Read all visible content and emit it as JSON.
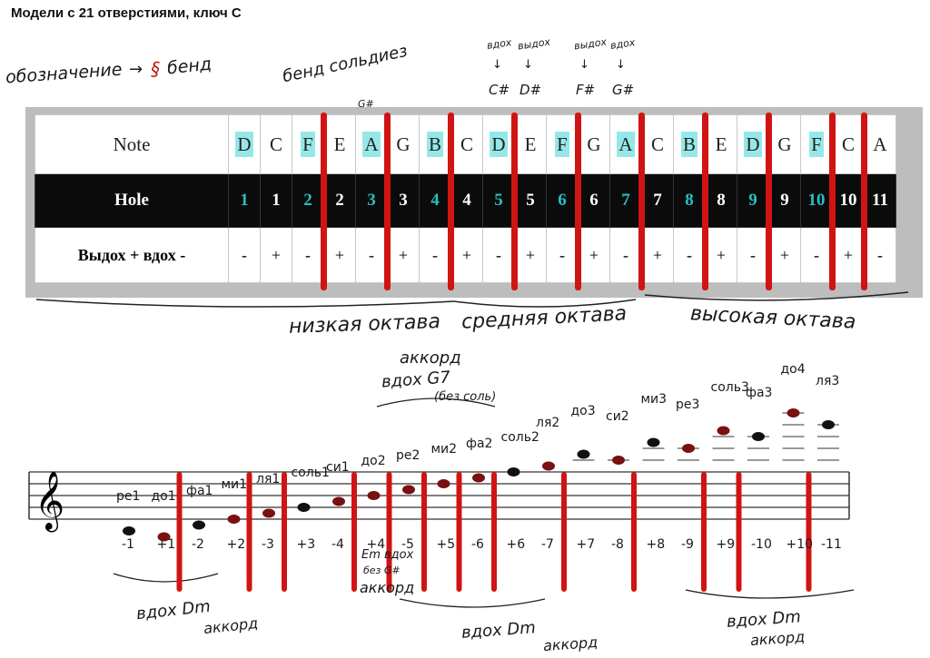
{
  "title": "Модели с 21 отверстиями, ключ С",
  "legend_note": "обозначение",
  "legend_bend": "бенд",
  "bend_sharp_label": "бенд сольдиез",
  "top_annotations": [
    {
      "dir": "вдох",
      "note": "C#"
    },
    {
      "dir": "выдох",
      "note": "D#"
    },
    {
      "dir": "выдох",
      "note": "F#"
    },
    {
      "dir": "вдох",
      "note": "G#"
    }
  ],
  "g_sharp_small": "G#",
  "table": {
    "row_labels": {
      "note": "Note",
      "hole": "Hole",
      "dir_a": "Выдох",
      "dir_plus": "+",
      "dir_b": "вдох",
      "dir_minus": "-"
    },
    "notes": [
      "D",
      "C",
      "F",
      "E",
      "A",
      "G",
      "B",
      "C",
      "D",
      "E",
      "F",
      "G",
      "A",
      "C",
      "B",
      "E",
      "D",
      "G",
      "F",
      "C",
      "A"
    ],
    "highlighted": [
      0,
      2,
      4,
      6,
      8,
      10,
      12,
      14,
      16,
      18
    ],
    "holes": [
      "1",
      "1",
      "2",
      "2",
      "3",
      "3",
      "4",
      "4",
      "5",
      "5",
      "6",
      "6",
      "7",
      "7",
      "8",
      "8",
      "9",
      "9",
      "10",
      "10",
      "11"
    ],
    "blow_holes": [
      0,
      2,
      4,
      6,
      8,
      10,
      12,
      14,
      16,
      18
    ],
    "directions": [
      "-",
      "+",
      "-",
      "+",
      "-",
      "+",
      "-",
      "+",
      "-",
      "+",
      "-",
      "+",
      "-",
      "+",
      "-",
      "+",
      "-",
      "+",
      "-",
      "+",
      "-"
    ]
  },
  "octaves": {
    "low": "низкая октава",
    "mid": "средняя октава",
    "high": "высокая октава"
  },
  "chord_g7": {
    "line1": "аккорд",
    "line2": "вдох G7",
    "line3": "(без соль)"
  },
  "staff": {
    "solfege": [
      "ре1",
      "до1",
      "фа1",
      "ми1",
      "ля1",
      "соль1",
      "си1",
      "до2",
      "ре2",
      "ми2",
      "фа2",
      "соль2",
      "ля2",
      "до3",
      "си2",
      "ми3",
      "ре3",
      "соль3",
      "фа3",
      "до4",
      "ля3"
    ],
    "holes": [
      "-1",
      "+1",
      "-2",
      "+2",
      "-3",
      "+3",
      "-4",
      "+4",
      "-5",
      "+5",
      "-6",
      "+6",
      "-7",
      "+7",
      "-8",
      "+8",
      "-9",
      "+9",
      "-10",
      "+10",
      "-11"
    ]
  },
  "bottom_annotations": {
    "em_chord": "Em вдох",
    "em_sub": "без G#",
    "em_chord2": "аккорд",
    "dm1": "вдох Dm",
    "dm1b": "аккорд",
    "dm2": "вдох Dm",
    "dm2b": "аккорд",
    "dm3": "вдох Dm",
    "dm3b": "аккорд"
  }
}
